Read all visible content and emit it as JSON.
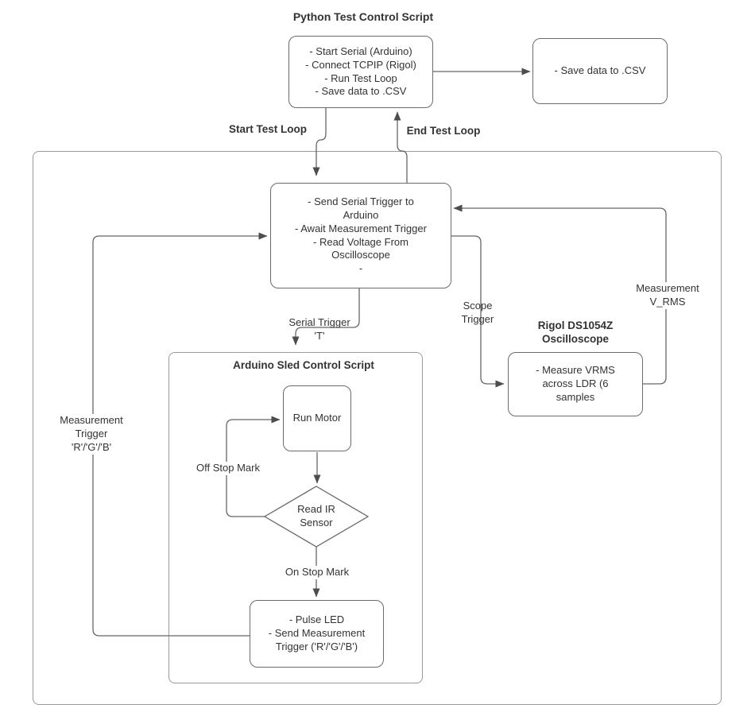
{
  "diagram": {
    "python": {
      "title": "Python Test Control Script",
      "body": "- Start Serial (Arduino)\n- Connect TCPIP (Rigol)\n- Run Test Loop\n- Save data to .CSV"
    },
    "csv": {
      "body": "- Save data to .CSV"
    },
    "send": {
      "body": "- Send Serial Trigger to\nArduino\n- Await Measurement Trigger\n- Read Voltage From\nOscilloscope\n-"
    },
    "arduino": {
      "title": "Arduino Sled Control Script",
      "run_motor": "Run Motor",
      "read_ir_sensor": "Read IR\nSensor",
      "pulse": "- Pulse LED\n- Send Measurement\nTrigger ('R'/'G'/'B')"
    },
    "rigol": {
      "title": "Rigol DS1054Z\nOscilloscope",
      "body": "- Measure VRMS\nacross LDR (6\nsamples"
    },
    "edge_labels": {
      "start_test_loop": "Start Test Loop",
      "end_test_loop": "End Test Loop",
      "serial_trigger": "Serial Trigger\n'T'",
      "scope_trigger": "Scope\nTrigger",
      "measurement_vrms": "Measurement\nV_RMS",
      "measurement_trigger": "Measurement\nTrigger\n'R'/'G'/'B'",
      "off_stop_mark": "Off Stop Mark",
      "on_stop_mark": "On Stop Mark"
    },
    "colors": {
      "connector_line": "#666666",
      "arrowhead": "#4d4d4d",
      "container_border": "#9a9a9a",
      "node_border": "#6b6b6b",
      "text": "#333333",
      "background": "#ffffff"
    }
  }
}
